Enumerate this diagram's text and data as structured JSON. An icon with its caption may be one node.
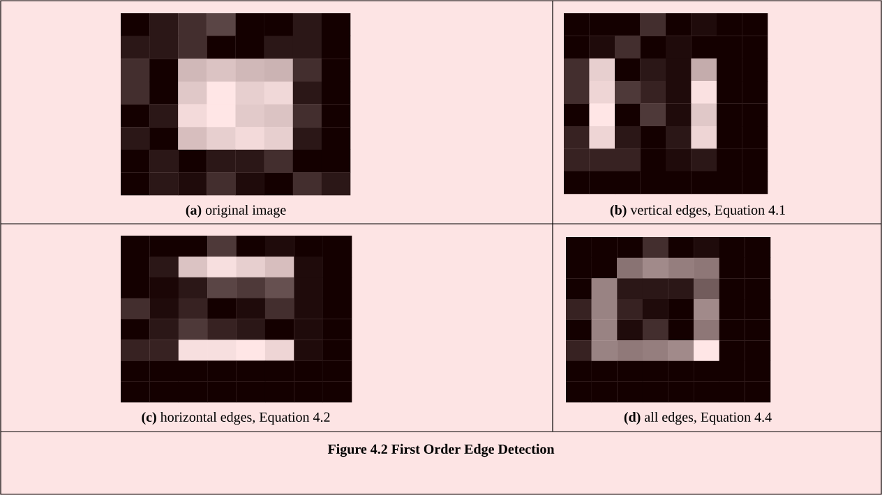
{
  "diagram": {
    "caption": "Figure 4.2 First Order Edge Detection",
    "labels": [
      "**(a)** original image",
      "**(b)** vertical edges, Equation 4.1",
      "**(c)** horizontal edges, Equation 4.2",
      "**(d)** all edges, Equation 4.4"
    ]
  }
}
